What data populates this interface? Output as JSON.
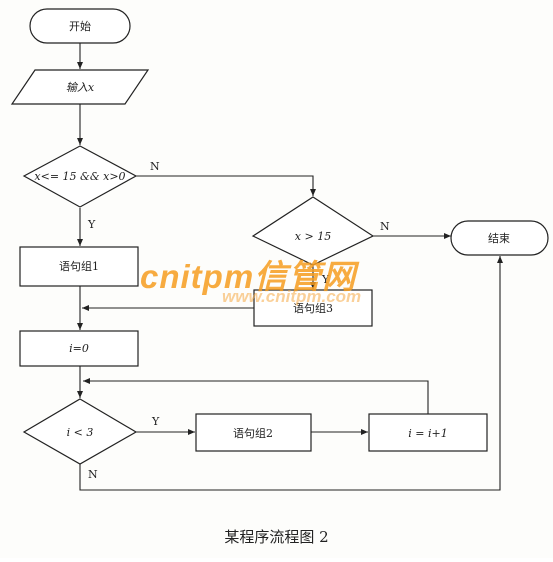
{
  "diagram": {
    "start": "开始",
    "input": "输入x",
    "cond1": "x<= 15 && x>0",
    "cond2": "x > 15",
    "block1": "语句组1",
    "block3": "语句组3",
    "init": "i=0",
    "cond3": "i < 3",
    "block2": "语句组2",
    "incr": "i = i+1",
    "end": "结束",
    "yes": "Y",
    "no": "N"
  },
  "caption": "某程序流程图 2",
  "watermark": {
    "main": "cnitpm信管网",
    "sub": "www.cnitpm.com",
    "color": "#f69c1e"
  }
}
